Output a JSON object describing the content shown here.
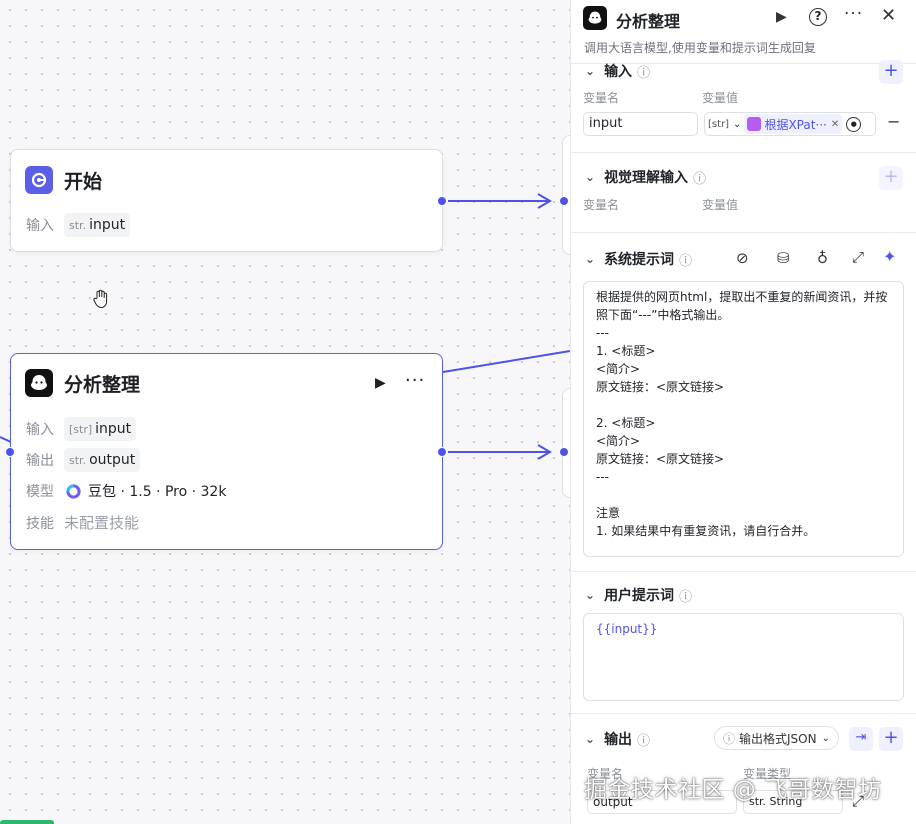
{
  "canvas": {
    "start_node": {
      "title": "开始",
      "input_label": "输入",
      "input_type": "str.",
      "input_value": "input"
    },
    "llm_node": {
      "title": "分析整理",
      "input_label": "输入",
      "input_type": "[str]",
      "input_value": "input",
      "output_label": "输出",
      "output_type": "str.",
      "output_value": "output",
      "model_label": "模型",
      "model_value": "豆包 · 1.5 · Pro · 32k",
      "skill_label": "技能",
      "skill_value": "未配置技能"
    },
    "accent_color": "#4d53e8"
  },
  "panel": {
    "title": "分析整理",
    "subtitle": "调用大语言模型,使用变量和提示词生成回复",
    "input_section": {
      "title": "输入",
      "col_name": "变量名",
      "col_value": "变量值",
      "var_name": "input",
      "var_type": "[str]",
      "var_ref": "根据XPat···"
    },
    "vision_section": {
      "title": "视觉理解输入",
      "col_name": "变量名",
      "col_value": "变量值"
    },
    "system_prompt": {
      "title": "系统提示词",
      "lines": [
        "根据提供的网页html，提取出不重复的新闻资讯，并按",
        "照下面“---”中格式输出。",
        "---",
        "1. <标题>",
        "<简介>",
        "原文链接：<原文链接>",
        "",
        "2. <标题>",
        "<简介>",
        "原文链接：<原文链接>",
        "---",
        "",
        "注意",
        "1. 如果结果中有重复资讯，请自行合并。"
      ]
    },
    "user_prompt": {
      "title": "用户提示词",
      "value": "{{input}}"
    },
    "output_section": {
      "title": "输出",
      "format_label": "输出格式JSON",
      "col_name": "变量名",
      "col_type": "变量类型",
      "var_name": "output",
      "var_type": "str. String"
    }
  },
  "watermark": "掘金技术社区 @ 飞哥数智坊"
}
